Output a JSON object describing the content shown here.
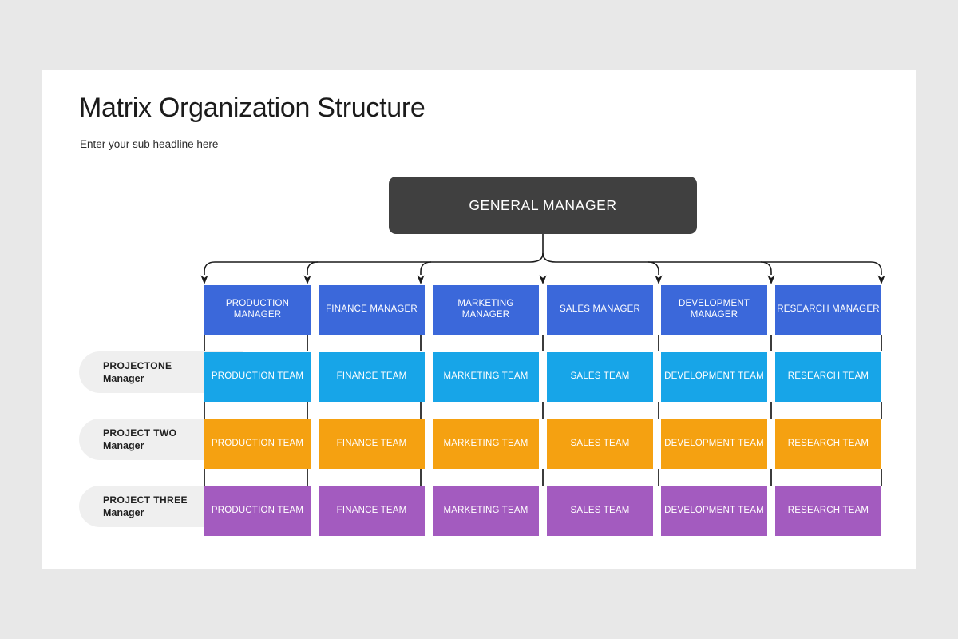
{
  "page": {
    "title": "Matrix Organization Structure",
    "subtitle": "Enter your sub headline here"
  },
  "colors": {
    "background": "#e8e8e8",
    "slide": "#ffffff",
    "top_node": "#404040",
    "manager_row": "#3b68da",
    "project_one_row": "#17a5e8",
    "project_two_row": "#f5a111",
    "project_three_row": "#a35bbf",
    "pill": "#efefef",
    "connector": "#1a1a1a"
  },
  "chart_data": {
    "type": "diagram",
    "title": "Matrix Organization Structure",
    "root": {
      "label": "GENERAL MANAGER"
    },
    "columns": [
      "PRODUCTION",
      "FINANCE",
      "MARKETING",
      "SALES",
      "DEVELOPMENT",
      "RESEARCH"
    ],
    "rows": [
      {
        "key": "managers",
        "row_label": null,
        "row_sublabel": null,
        "color": "#3b68da",
        "cells": [
          "PRODUCTION MANAGER",
          "FINANCE MANAGER",
          "MARKETING MANAGER",
          "SALES MANAGER",
          "DEVELOPMENT MANAGER",
          "RESEARCH MANAGER"
        ]
      },
      {
        "key": "project_one",
        "row_label": "PROJECTONE",
        "row_sublabel": "Manager",
        "color": "#17a5e8",
        "cells": [
          "PRODUCTION TEAM",
          "FINANCE TEAM",
          "MARKETING TEAM",
          "SALES TEAM",
          "DEVELOPMENT TEAM",
          "RESEARCH TEAM"
        ]
      },
      {
        "key": "project_two",
        "row_label": "PROJECT TWO",
        "row_sublabel": "Manager",
        "color": "#f5a111",
        "cells": [
          "PRODUCTION TEAM",
          "FINANCE TEAM",
          "MARKETING TEAM",
          "SALES TEAM",
          "DEVELOPMENT TEAM",
          "RESEARCH TEAM"
        ]
      },
      {
        "key": "project_three",
        "row_label": "PROJECT THREE",
        "row_sublabel": "Manager",
        "color": "#a35bbf",
        "cells": [
          "PRODUCTION TEAM",
          "FINANCE TEAM",
          "MARKETING TEAM",
          "SALES TEAM",
          "DEVELOPMENT TEAM",
          "RESEARCH TEAM"
        ]
      }
    ]
  }
}
